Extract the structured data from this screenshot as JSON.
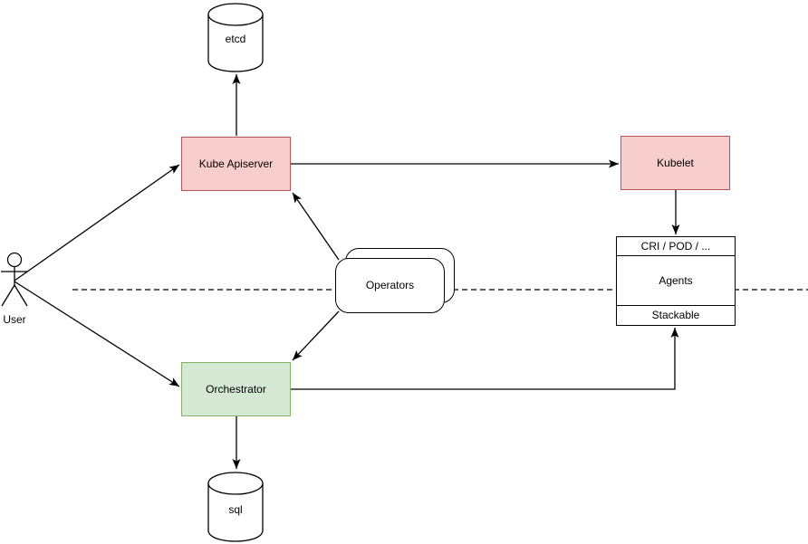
{
  "nodes": {
    "etcd": {
      "label": "etcd",
      "shape": "cylinder"
    },
    "kube_apiserver": {
      "label": "Kube Apiserver",
      "fill": "#f8cecc",
      "stroke": "#b85450"
    },
    "kubelet": {
      "label": "Kubelet",
      "fill": "#f8cecc",
      "stroke": "#b85450"
    },
    "operators": {
      "label": "Operators",
      "shape": "stacked-rounded-rect"
    },
    "orchestrator": {
      "label": "Orchestrator",
      "fill": "#d5e8d4",
      "stroke": "#82b366"
    },
    "sql": {
      "label": "sql",
      "shape": "cylinder"
    },
    "user": {
      "label": "User",
      "shape": "actor"
    },
    "cri_box": {
      "top": "CRI / POD / ...",
      "middle": "Agents",
      "bottom": "Stackable"
    }
  },
  "edges": [
    {
      "from": "user",
      "to": "kube_apiserver",
      "arrow": "end"
    },
    {
      "from": "user",
      "to": "orchestrator",
      "arrow": "end"
    },
    {
      "from": "kube_apiserver",
      "to": "etcd",
      "arrow": "end"
    },
    {
      "from": "kube_apiserver",
      "to": "kubelet",
      "arrow": "end"
    },
    {
      "from": "kubelet",
      "to": "cri_box",
      "arrow": "end"
    },
    {
      "from": "operators",
      "to": "kube_apiserver",
      "arrow": "end"
    },
    {
      "from": "operators",
      "to": "orchestrator",
      "arrow": "end"
    },
    {
      "from": "orchestrator",
      "to": "sql",
      "arrow": "end"
    },
    {
      "from": "orchestrator",
      "to": "cri_box_stackable",
      "arrow": "end",
      "routing": "orthogonal"
    }
  ],
  "separator": {
    "style": "dashed",
    "orientation": "horizontal"
  },
  "colors": {
    "background": "#ffffff",
    "node_red_fill": "#f8cecc",
    "node_red_stroke": "#b85450",
    "node_green_fill": "#d5e8d4",
    "node_green_stroke": "#82b366",
    "plain_fill": "#ffffff",
    "line": "#000000"
  }
}
